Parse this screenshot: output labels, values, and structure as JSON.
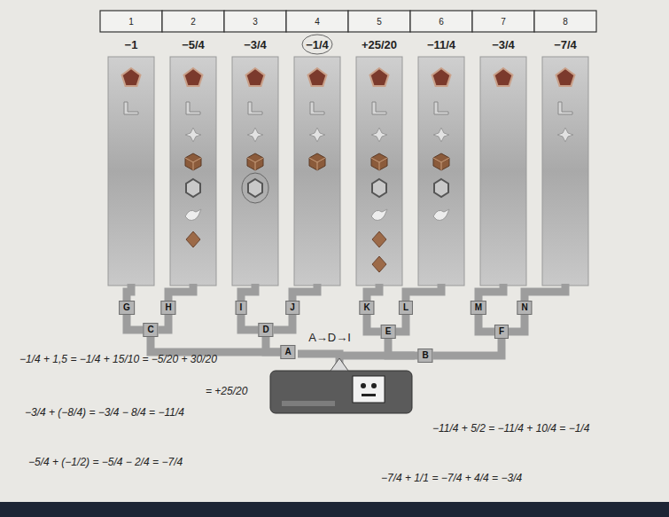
{
  "diagram": {
    "nodes": [
      {
        "text": [
          "G"
        ]
      },
      {
        "text": [
          "H"
        ]
      },
      {
        "text": [
          "I"
        ]
      },
      {
        "text": [
          "J"
        ]
      },
      {
        "text": [
          "K"
        ]
      },
      {
        "text": [
          "L"
        ]
      },
      {
        "text": [
          "M"
        ]
      },
      {
        "text": [
          "N"
        ]
      },
      {
        "text": [
          "C"
        ]
      },
      {
        "text": [
          "D"
        ]
      },
      {
        "text": [
          "E"
        ]
      },
      {
        "text": [
          "F"
        ]
      },
      {
        "text": [
          "A"
        ]
      },
      {
        "text": [
          "B"
        ]
      }
    ],
    "edges": [
      {
        "from": 0,
        "to": 8,
        "arrow": "none"
      },
      {
        "from": 1,
        "to": 8,
        "arrow": "none"
      },
      {
        "from": 2,
        "to": 9,
        "arrow": "none"
      },
      {
        "from": 3,
        "to": 9,
        "arrow": "none"
      },
      {
        "from": 4,
        "to": 10,
        "arrow": "none"
      },
      {
        "from": 5,
        "to": 10,
        "arrow": "none"
      },
      {
        "from": 6,
        "to": 11,
        "arrow": "none"
      },
      {
        "from": 7,
        "to": 11,
        "arrow": "none"
      },
      {
        "from": 8,
        "to": 12,
        "arrow": "none"
      },
      {
        "from": 9,
        "to": 12,
        "arrow": "none"
      },
      {
        "from": 10,
        "to": 13,
        "arrow": "none"
      },
      {
        "from": 11,
        "to": 13,
        "arrow": "none"
      }
    ],
    "labels": [
      "1",
      "2",
      "3",
      "4",
      "5",
      "6",
      "7",
      "8",
      "−1",
      "−5/4",
      "−3/4",
      "−1/4",
      "+25/20",
      "−11/4",
      "−3/4",
      "−7/4",
      "A→D→I",
      "−1/4 + 1,5 = −1/4 + 15/10 = −5/20 + 30/20",
      "= +25/20",
      "−3/4 + (−8/4) = −3/4 − 8/4 = −11/4",
      "−5/4 + (−1/2) = −5/4 − 2/4 = −7/4",
      "−11/4 + 5/2 = −11/4 + 10/4 = −1/4",
      "−7/4 + 1/1 = −7/4 + 4/4 = −3/4"
    ]
  }
}
